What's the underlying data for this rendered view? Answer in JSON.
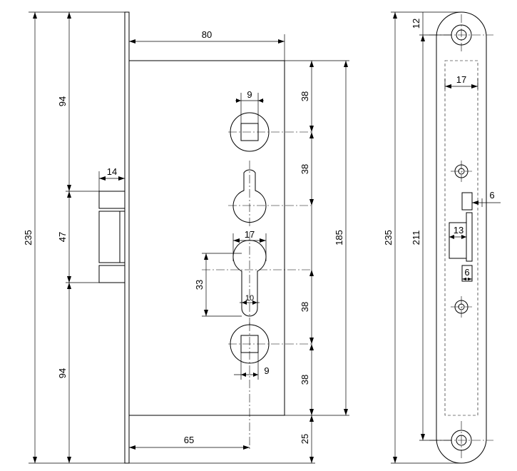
{
  "diagram": {
    "colors": {
      "line": "#000000",
      "shade": "#d9d9d9",
      "background": "#ffffff"
    },
    "side_view": {
      "overall_height": "235",
      "upper_section": "94",
      "latch_height": "47",
      "lower_section": "94",
      "latch_width": "14"
    },
    "front_view": {
      "body_width": "80",
      "hole_spacing_upper": "38",
      "hole_spacing_keyhole": "38",
      "body_height": "185",
      "spindle_square": "9",
      "cylinder_width": "17",
      "cylinder_height": "33",
      "cylinder_slot": "10",
      "hole_spacing_cyl": "38",
      "hole_spacing_lower": "38",
      "lower_spindle_square": "9",
      "backset": "65",
      "bottom_offset": "25"
    },
    "faceplate_view": {
      "overall_height": "235",
      "mount_hole_height": "211",
      "top_offset": "12",
      "slot_width": "17",
      "latch_projection": "6",
      "latch_width": "13",
      "deadbolt_width": "6"
    }
  }
}
